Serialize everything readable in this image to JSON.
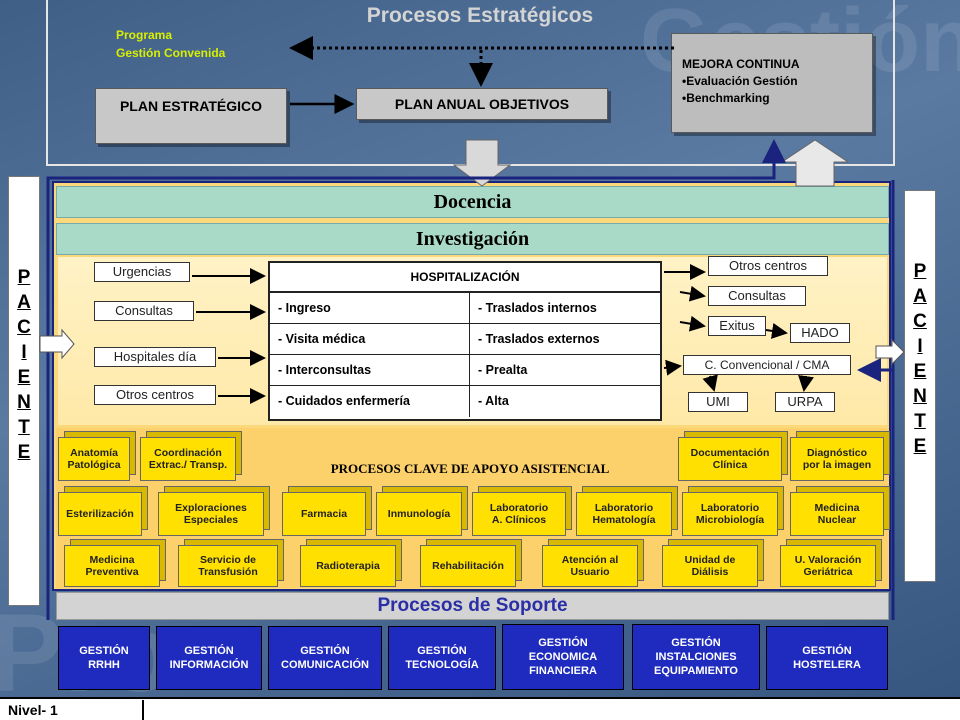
{
  "watermark": [
    "Gestión",
    "Pro"
  ],
  "strategic": {
    "title": "Procesos Estratégicos",
    "programa": [
      "Programa",
      "Gestión Convenida"
    ],
    "plan_estrategico": "PLAN ESTRATÉGICO",
    "plan_anual": "PLAN ANUAL OBJETIVOS",
    "mejora": {
      "title": "MEJORA CONTINUA",
      "items": [
        "•Evaluación Gestión",
        "•Benchmarking"
      ]
    }
  },
  "paciente_letters": [
    "P",
    "A",
    "C",
    "I",
    "E",
    "N",
    "T",
    "E"
  ],
  "bands": {
    "docencia": "Docencia",
    "investigacion": "Investigación"
  },
  "inputs": [
    "Urgencias",
    "Consultas",
    "Hospitales día",
    "Otros centros"
  ],
  "hospitalizacion": {
    "title": "HOSPITALIZACIÓN",
    "rows": [
      [
        "- Ingreso",
        "- Traslados internos"
      ],
      [
        "- Visita médica",
        "- Traslados externos"
      ],
      [
        "- Interconsultas",
        "- Prealta"
      ],
      [
        "- Cuidados enfermería",
        "- Alta"
      ]
    ]
  },
  "outputs": {
    "otros_centros": "Otros centros",
    "consultas": "Consultas",
    "exitus": "Exitus",
    "hado": "HADO",
    "convencional": "C. Convencional / CMA",
    "umi": "UMI",
    "urpa": "URPA"
  },
  "key_title": "PROCESOS CLAVE DE APOYO ASISTENCIAL",
  "blocks_top": [
    [
      "Anatomía",
      "Patológica"
    ],
    [
      "Coordinación",
      "Extrac./ Transp."
    ],
    [
      "Documentación",
      "Clínica"
    ],
    [
      "Diagnóstico",
      "por la imagen"
    ]
  ],
  "blocks_mid": [
    [
      "Esterilización"
    ],
    [
      "Exploraciones",
      "Especiales"
    ],
    [
      "Farmacia"
    ],
    [
      "Inmunología"
    ],
    [
      "Laboratorio",
      "A. Clínicos"
    ],
    [
      "Laboratorio",
      "Hematología"
    ],
    [
      "Laboratorio",
      "Microbiología"
    ],
    [
      "Medicina",
      "Nuclear"
    ]
  ],
  "blocks_bot": [
    [
      "Medicina",
      "Preventiva"
    ],
    [
      "Servicio de",
      "Transfusión"
    ],
    [
      "Radioterapia"
    ],
    [
      "Rehabilitación"
    ],
    [
      "Atención al",
      "Usuario"
    ],
    [
      "Unidad de",
      "Diálisis"
    ],
    [
      "U. Valoración",
      "Geriátrica"
    ]
  ],
  "soporte": {
    "title": "Procesos de Soporte",
    "items": [
      [
        "GESTIÓN",
        "RRHH"
      ],
      [
        "GESTIÓN",
        "INFORMACIÓN"
      ],
      [
        "GESTIÓN",
        "COMUNICACIÓN"
      ],
      [
        "GESTIÓN",
        "TECNOLOGÍA"
      ],
      [
        "GESTIÓN",
        "ECONOMICA",
        "FINANCIERA"
      ],
      [
        "GESTIÓN",
        "INSTALCIONES",
        "EQUIPAMIENTO"
      ],
      [
        "GESTIÓN",
        "HOSTELERA"
      ]
    ]
  },
  "nivel": "Nivel- 1",
  "colors": {
    "care_bg": "#fbd97a",
    "block_yellow": "#ffe000",
    "support_blue": "#1f2bbe",
    "band_green": "#a9dac7",
    "frame_navy": "#1a237e"
  }
}
